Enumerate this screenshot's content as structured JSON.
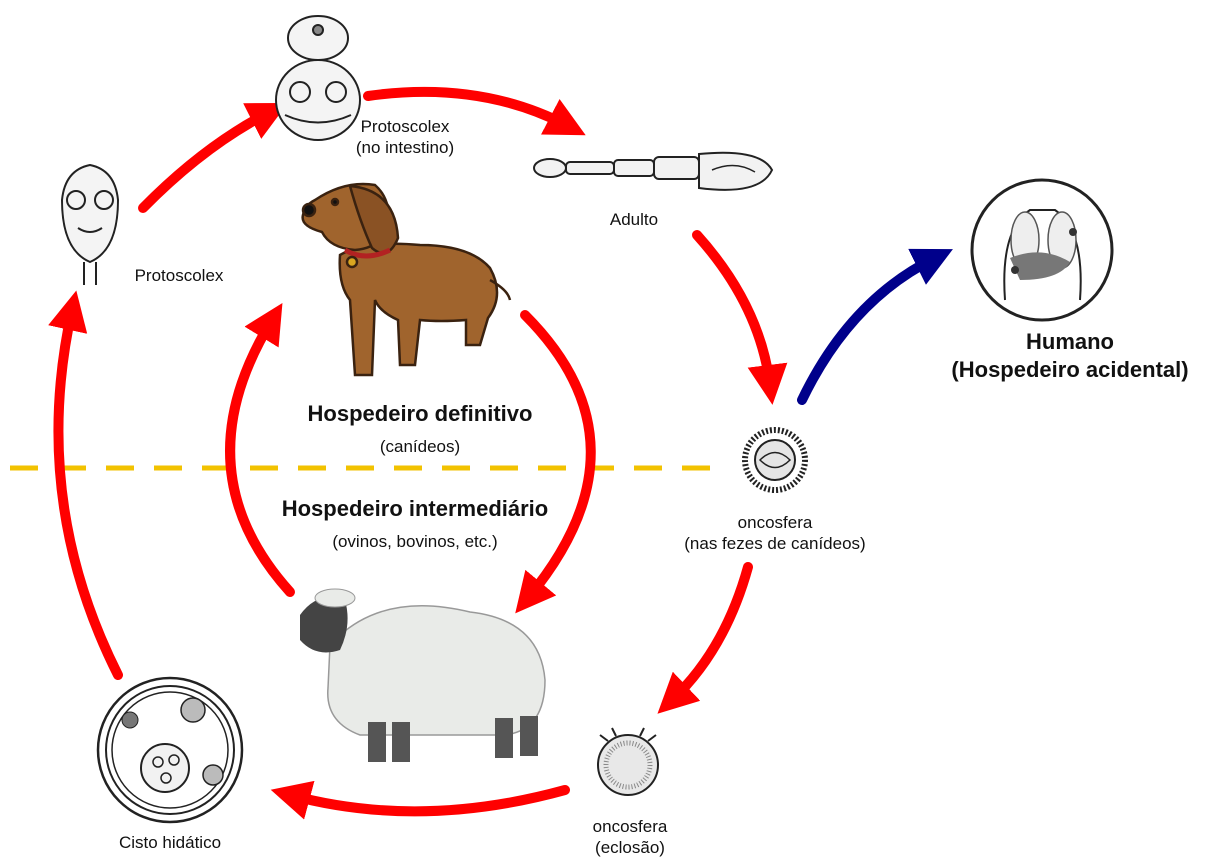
{
  "labels": {
    "protoscolex_intestine_1": "Protoscolex",
    "protoscolex_intestine_2": "(no intestino)",
    "adult": "Adulto",
    "protoscolex": "Protoscolex",
    "definitive_host": "Hospedeiro definitivo",
    "definitive_host_sub": "(canídeos)",
    "intermediate_host": "Hospedeiro intermediário",
    "intermediate_host_sub": "(ovinos, bovinos, etc.)",
    "oncosphere_feces_1": "oncosfera",
    "oncosphere_feces_2": "(nas fezes de canídeos)",
    "oncosphere_hatch_1": "oncosfera",
    "oncosphere_hatch_2": "(eclosão)",
    "hydatid_cyst": "Cisto hidático",
    "human_1": "Humano",
    "human_2": "(Hospedeiro acidental)"
  },
  "colors": {
    "cycle_arrow": "#ff0000",
    "accidental_arrow": "#00008b",
    "divider": "#f2c200",
    "dog": "#a0642d",
    "sheep_wool": "#e9ebe8",
    "sheep_face": "#444444"
  }
}
